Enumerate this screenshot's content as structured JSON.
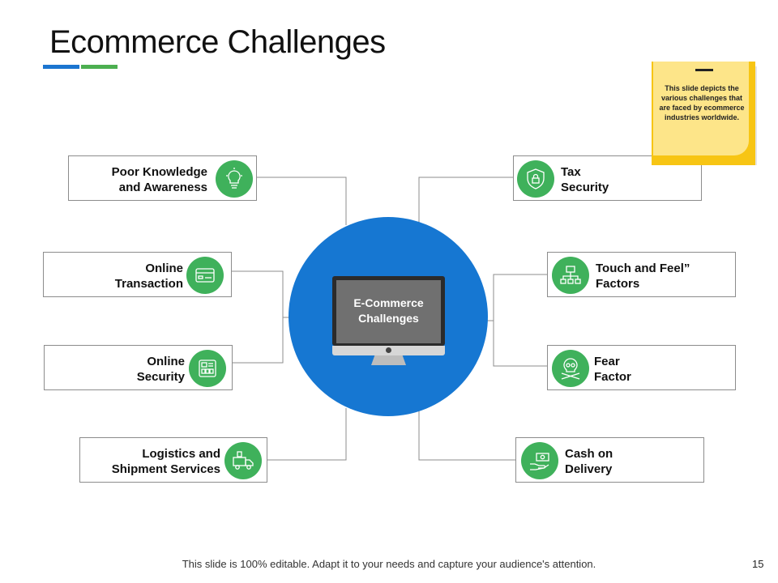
{
  "slide": {
    "title": "Ecommerce Challenges",
    "accent_colors": {
      "blue": "#1b75d0",
      "green": "#4caf50",
      "icon_green": "#3fb15b",
      "circle_blue": "#1677d2",
      "sticky_yellow": "#f7c514"
    },
    "center": {
      "label": "E-Commerce\nChallenges"
    },
    "left_items": [
      {
        "label": "Poor Knowledge\nand Awareness",
        "icon": "brain-bulb-icon"
      },
      {
        "label": "Online\nTransaction",
        "icon": "credit-card-icon"
      },
      {
        "label": "Online\nSecurity",
        "icon": "security-panel-icon"
      },
      {
        "label": "Logistics and\nShipment Services",
        "icon": "delivery-truck-icon"
      }
    ],
    "right_items": [
      {
        "label": "Tax\nSecurity",
        "icon": "shield-lock-icon"
      },
      {
        "label": "Touch and Feel”\nFactors",
        "icon": "network-touch-icon"
      },
      {
        "label": "Fear\nFactor",
        "icon": "skull-crossbones-icon"
      },
      {
        "label": "Cash on\nDelivery",
        "icon": "cash-hand-icon"
      }
    ],
    "note": "This slide depicts the various challenges that are faced by ecommerce industries worldwide.",
    "footer": "This slide is 100% editable. Adapt it to your needs and capture your audience's attention.",
    "page_number": "15"
  }
}
